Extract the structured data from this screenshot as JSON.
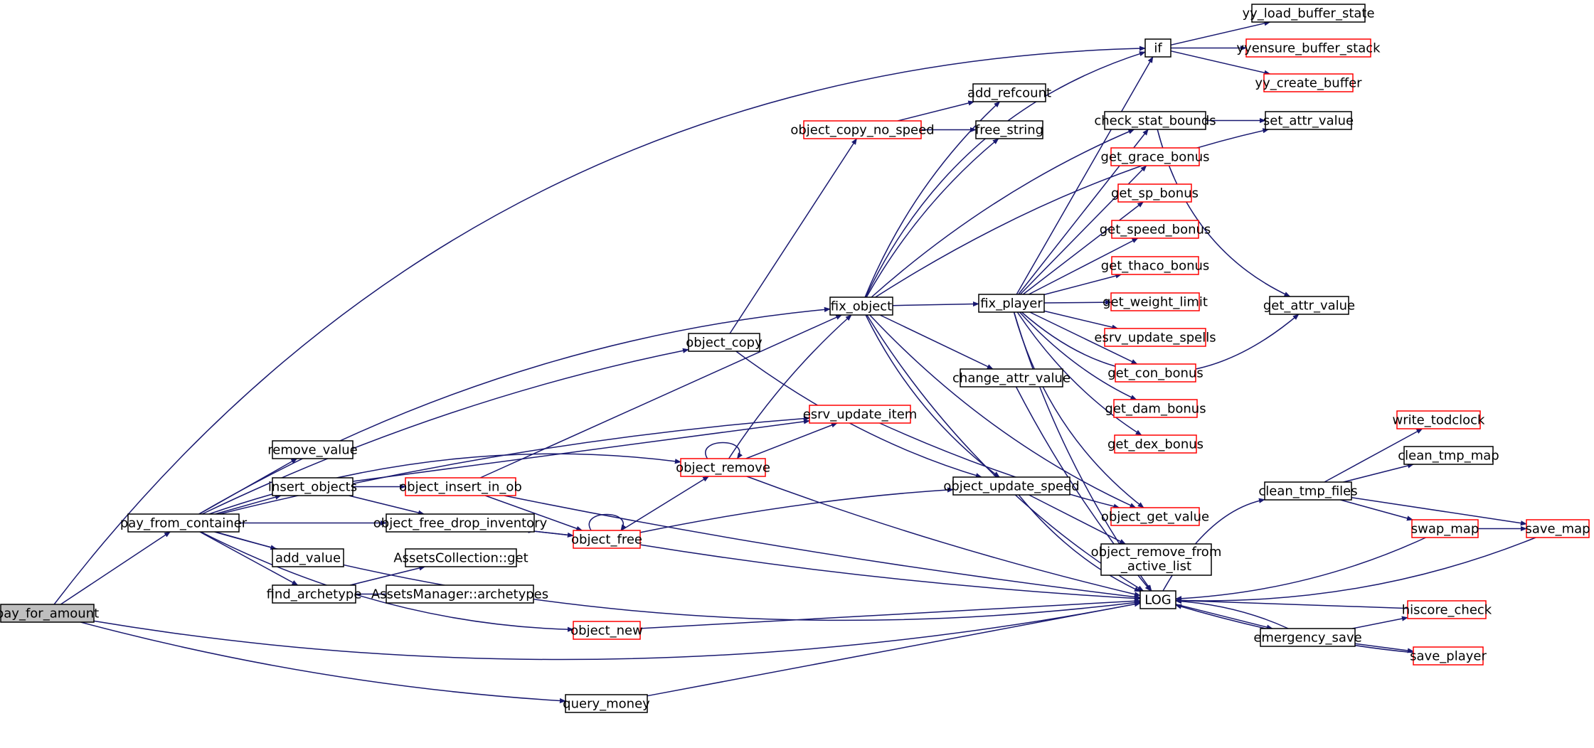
{
  "colors": {
    "edge": "#191970",
    "border_normal": "#000000",
    "border_truncated": "#ff0000",
    "root_fill": "#bfbfbf",
    "fill": "#ffffff"
  },
  "nodes": [
    {
      "id": "pay_for_amount",
      "label": "pay_for_amount",
      "kind": "root"
    },
    {
      "id": "pay_from_container",
      "label": "pay_from_container",
      "kind": "normal"
    },
    {
      "id": "query_money",
      "label": "query_money",
      "kind": "normal"
    },
    {
      "id": "LOG",
      "label": "LOG",
      "kind": "normal"
    },
    {
      "id": "if",
      "label": "if",
      "kind": "normal"
    },
    {
      "id": "fix_object",
      "label": "fix_object",
      "kind": "normal"
    },
    {
      "id": "object_copy",
      "label": "object_copy",
      "kind": "normal"
    },
    {
      "id": "object_remove",
      "label": "object_remove",
      "kind": "truncated"
    },
    {
      "id": "esrv_update_item",
      "label": "esrv_update_item",
      "kind": "truncated"
    },
    {
      "id": "remove_value",
      "label": "remove_value",
      "kind": "normal"
    },
    {
      "id": "insert_objects",
      "label": "insert_objects",
      "kind": "normal"
    },
    {
      "id": "object_insert_in_ob",
      "label": "object_insert_in_ob",
      "kind": "truncated"
    },
    {
      "id": "object_free_drop_inventory",
      "label": "object_free_drop_inventory",
      "kind": "normal"
    },
    {
      "id": "object_free",
      "label": "object_free",
      "kind": "truncated"
    },
    {
      "id": "add_value",
      "label": "add_value",
      "kind": "normal"
    },
    {
      "id": "find_archetype",
      "label": "find_archetype",
      "kind": "normal"
    },
    {
      "id": "AssetsCollection_get",
      "label": "AssetsCollection::get",
      "kind": "normal"
    },
    {
      "id": "AssetsManager_archetypes",
      "label": "AssetsManager::archetypes",
      "kind": "normal"
    },
    {
      "id": "object_new",
      "label": "object_new",
      "kind": "truncated"
    },
    {
      "id": "object_copy_no_speed",
      "label": "object_copy_no_speed",
      "kind": "truncated"
    },
    {
      "id": "add_refcount",
      "label": "add_refcount",
      "kind": "normal"
    },
    {
      "id": "free_string",
      "label": "free_string",
      "kind": "normal"
    },
    {
      "id": "fix_player",
      "label": "fix_player",
      "kind": "normal"
    },
    {
      "id": "change_attr_value",
      "label": "change_attr_value",
      "kind": "normal"
    },
    {
      "id": "object_update_speed",
      "label": "object_update_speed",
      "kind": "normal"
    },
    {
      "id": "object_remove_from_active_list",
      "label": "object_remove_from",
      "label2": "_active_list",
      "kind": "normal"
    },
    {
      "id": "yy_load_buffer_state",
      "label": "yy_load_buffer_state",
      "kind": "normal"
    },
    {
      "id": "yyensure_buffer_stack",
      "label": "yyensure_buffer_stack",
      "kind": "truncated"
    },
    {
      "id": "yy_create_buffer",
      "label": "yy_create_buffer",
      "kind": "truncated"
    },
    {
      "id": "check_stat_bounds",
      "label": "check_stat_bounds",
      "kind": "normal"
    },
    {
      "id": "set_attr_value",
      "label": "set_attr_value",
      "kind": "normal"
    },
    {
      "id": "get_grace_bonus",
      "label": "get_grace_bonus",
      "kind": "truncated"
    },
    {
      "id": "get_sp_bonus",
      "label": "get_sp_bonus",
      "kind": "truncated"
    },
    {
      "id": "get_speed_bonus",
      "label": "get_speed_bonus",
      "kind": "truncated"
    },
    {
      "id": "get_thaco_bonus",
      "label": "get_thaco_bonus",
      "kind": "truncated"
    },
    {
      "id": "get_weight_limit",
      "label": "get_weight_limit",
      "kind": "truncated"
    },
    {
      "id": "esrv_update_spells",
      "label": "esrv_update_spells",
      "kind": "truncated"
    },
    {
      "id": "get_con_bonus",
      "label": "get_con_bonus",
      "kind": "truncated"
    },
    {
      "id": "get_dam_bonus",
      "label": "get_dam_bonus",
      "kind": "truncated"
    },
    {
      "id": "get_dex_bonus",
      "label": "get_dex_bonus",
      "kind": "truncated"
    },
    {
      "id": "get_attr_value",
      "label": "get_attr_value",
      "kind": "normal"
    },
    {
      "id": "object_get_value",
      "label": "object_get_value",
      "kind": "truncated"
    },
    {
      "id": "clean_tmp_files",
      "label": "clean_tmp_files",
      "kind": "normal"
    },
    {
      "id": "write_todclock",
      "label": "write_todclock",
      "kind": "truncated"
    },
    {
      "id": "clean_tmp_map",
      "label": "clean_tmp_map",
      "kind": "normal"
    },
    {
      "id": "swap_map",
      "label": "swap_map",
      "kind": "truncated"
    },
    {
      "id": "save_map",
      "label": "save_map",
      "kind": "truncated"
    },
    {
      "id": "emergency_save",
      "label": "emergency_save",
      "kind": "normal"
    },
    {
      "id": "hiscore_check",
      "label": "hiscore_check",
      "kind": "truncated"
    },
    {
      "id": "save_player",
      "label": "save_player",
      "kind": "truncated"
    }
  ],
  "edges": [
    [
      "pay_for_amount",
      "pay_from_container"
    ],
    [
      "pay_for_amount",
      "if"
    ],
    [
      "pay_for_amount",
      "query_money"
    ],
    [
      "pay_for_amount",
      "LOG"
    ],
    [
      "pay_from_container",
      "fix_object"
    ],
    [
      "pay_from_container",
      "object_copy"
    ],
    [
      "pay_from_container",
      "object_remove"
    ],
    [
      "pay_from_container",
      "esrv_update_item"
    ],
    [
      "pay_from_container",
      "remove_value"
    ],
    [
      "pay_from_container",
      "insert_objects"
    ],
    [
      "pay_from_container",
      "object_free_drop_inventory"
    ],
    [
      "pay_from_container",
      "add_value"
    ],
    [
      "pay_from_container",
      "find_archetype"
    ],
    [
      "pay_from_container",
      "object_new"
    ],
    [
      "pay_from_container",
      "LOG"
    ],
    [
      "query_money",
      "LOG"
    ],
    [
      "object_copy",
      "object_copy_no_speed"
    ],
    [
      "object_copy",
      "object_update_speed"
    ],
    [
      "object_copy_no_speed",
      "add_refcount"
    ],
    [
      "object_copy_no_speed",
      "free_string"
    ],
    [
      "fix_object",
      "add_refcount"
    ],
    [
      "fix_object",
      "free_string"
    ],
    [
      "fix_object",
      "if"
    ],
    [
      "fix_object",
      "set_attr_value"
    ],
    [
      "fix_object",
      "check_stat_bounds"
    ],
    [
      "fix_object",
      "fix_player"
    ],
    [
      "fix_object",
      "change_attr_value"
    ],
    [
      "fix_object",
      "object_update_speed"
    ],
    [
      "fix_object",
      "object_get_value"
    ],
    [
      "fix_object",
      "LOG"
    ],
    [
      "fix_player",
      "if"
    ],
    [
      "fix_player",
      "check_stat_bounds"
    ],
    [
      "fix_player",
      "get_grace_bonus"
    ],
    [
      "fix_player",
      "get_sp_bonus"
    ],
    [
      "fix_player",
      "get_speed_bonus"
    ],
    [
      "fix_player",
      "get_thaco_bonus"
    ],
    [
      "fix_player",
      "get_weight_limit"
    ],
    [
      "fix_player",
      "esrv_update_spells"
    ],
    [
      "fix_player",
      "get_con_bonus"
    ],
    [
      "fix_player",
      "get_dam_bonus"
    ],
    [
      "fix_player",
      "get_dex_bonus"
    ],
    [
      "fix_player",
      "get_attr_value"
    ],
    [
      "fix_player",
      "object_get_value"
    ],
    [
      "fix_player",
      "LOG"
    ],
    [
      "if",
      "yy_load_buffer_state"
    ],
    [
      "if",
      "yyensure_buffer_stack"
    ],
    [
      "if",
      "yy_create_buffer"
    ],
    [
      "check_stat_bounds",
      "set_attr_value"
    ],
    [
      "check_stat_bounds",
      "get_attr_value"
    ],
    [
      "change_attr_value",
      "LOG"
    ],
    [
      "object_remove",
      "object_remove"
    ],
    [
      "object_remove",
      "fix_object"
    ],
    [
      "object_remove",
      "esrv_update_item"
    ],
    [
      "object_remove",
      "LOG"
    ],
    [
      "esrv_update_item",
      "object_get_value"
    ],
    [
      "insert_objects",
      "esrv_update_item"
    ],
    [
      "insert_objects",
      "object_insert_in_ob"
    ],
    [
      "insert_objects",
      "object_free_drop_inventory"
    ],
    [
      "object_insert_in_ob",
      "fix_object"
    ],
    [
      "object_insert_in_ob",
      "object_free"
    ],
    [
      "object_insert_in_ob",
      "LOG"
    ],
    [
      "object_free_drop_inventory",
      "object_free"
    ],
    [
      "object_free",
      "object_free_drop_inventory"
    ],
    [
      "object_free",
      "object_free"
    ],
    [
      "object_free",
      "object_remove"
    ],
    [
      "object_free",
      "object_update_speed"
    ],
    [
      "object_free",
      "LOG"
    ],
    [
      "find_archetype",
      "AssetsCollection_get"
    ],
    [
      "find_archetype",
      "AssetsManager_archetypes"
    ],
    [
      "object_new",
      "LOG"
    ],
    [
      "object_update_speed",
      "object_remove_from_active_list"
    ],
    [
      "object_update_speed",
      "LOG"
    ],
    [
      "LOG",
      "clean_tmp_files"
    ],
    [
      "LOG",
      "emergency_save"
    ],
    [
      "clean_tmp_files",
      "write_todclock"
    ],
    [
      "clean_tmp_files",
      "clean_tmp_map"
    ],
    [
      "clean_tmp_files",
      "swap_map"
    ],
    [
      "clean_tmp_files",
      "save_map"
    ],
    [
      "swap_map",
      "save_map"
    ],
    [
      "swap_map",
      "LOG"
    ],
    [
      "save_map",
      "LOG"
    ],
    [
      "emergency_save",
      "hiscore_check"
    ],
    [
      "emergency_save",
      "save_player"
    ],
    [
      "emergency_save",
      "LOG"
    ],
    [
      "hiscore_check",
      "LOG"
    ],
    [
      "save_player",
      "LOG"
    ]
  ]
}
